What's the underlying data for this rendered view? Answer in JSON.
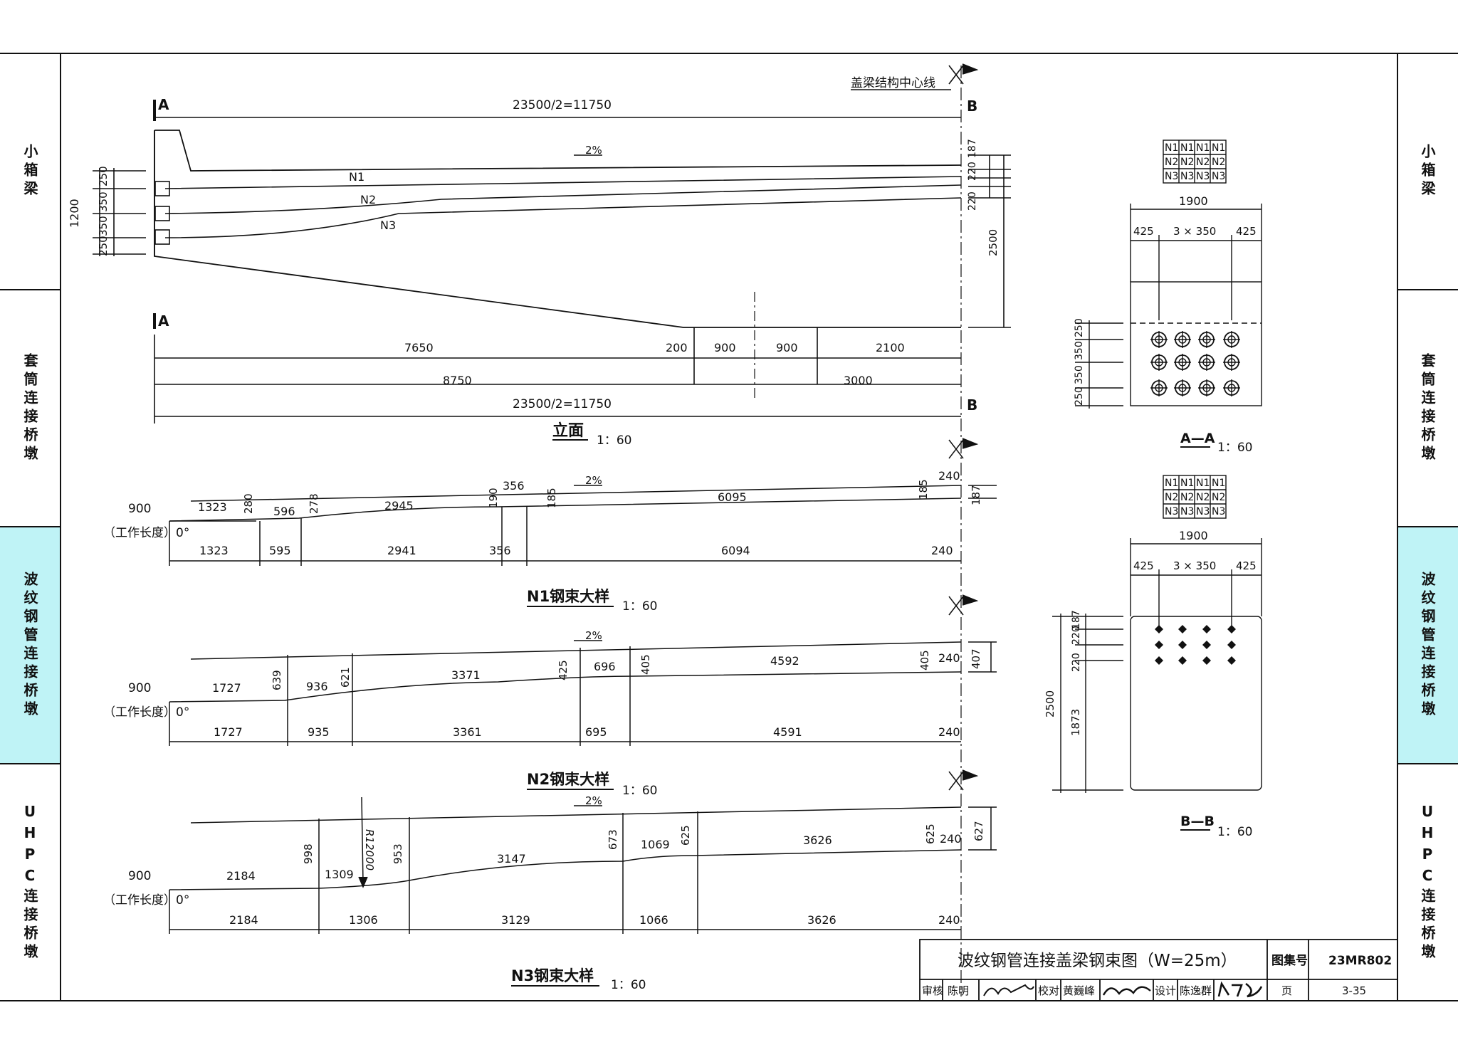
{
  "side_tabs": [
    "小箱梁",
    "套筒连接桥墩",
    "波纹钢管连接桥墩",
    "UHPC连接桥墩"
  ],
  "active_tab_index": 2,
  "colors": {
    "active_tab": "#bff3f6",
    "line": "#111111"
  },
  "elevation": {
    "centerline_label": "盖梁结构中心线",
    "section_marks": [
      "A",
      "B"
    ],
    "top_dim": "23500/2=11750",
    "slope": "2%",
    "tendons": [
      "N1",
      "N2",
      "N3"
    ],
    "left_dims": [
      "1200",
      "250",
      "350",
      "350",
      "250"
    ],
    "right_dims": [
      "187",
      "220",
      "220",
      "2500"
    ],
    "bottom_row1": [
      "7650",
      "200",
      "900",
      "900",
      "2100"
    ],
    "bottom_row2": [
      "8750",
      "3000"
    ],
    "bottom_row3": "23500/2=11750",
    "title": "立面",
    "scale": "1：60"
  },
  "n1_detail": {
    "upper": [
      "1323",
      "280",
      "596",
      "278",
      "2945",
      "190",
      "356",
      "185",
      "6095",
      "185",
      "240",
      "187"
    ],
    "lower": [
      "1323",
      "595",
      "2941",
      "356",
      "6094",
      "240"
    ],
    "slope": "2%",
    "work_length": "900",
    "work_note": "（工作长度）0°",
    "title": "N1钢束大样",
    "scale": "1：60"
  },
  "n2_detail": {
    "upper": [
      "1727",
      "639",
      "936",
      "621",
      "3371",
      "425",
      "696",
      "405",
      "4592",
      "405",
      "240",
      "407"
    ],
    "lower": [
      "1727",
      "935",
      "3361",
      "695",
      "4591",
      "240"
    ],
    "slope": "2%",
    "work_length": "900",
    "work_note": "（工作长度）0°",
    "title": "N2钢束大样",
    "scale": "1：60"
  },
  "n3_detail": {
    "upper": [
      "2184",
      "998",
      "1309",
      "R12000",
      "953",
      "3147",
      "673",
      "1069",
      "625",
      "3626",
      "625",
      "240",
      "627"
    ],
    "lower": [
      "2184",
      "1306",
      "3129",
      "1066",
      "3626",
      "240"
    ],
    "slope": "2%",
    "work_length": "900",
    "work_note": "（工作长度）0°",
    "title": "N3钢束大样",
    "scale": "1：60"
  },
  "section_aa": {
    "grid": [
      [
        "N1",
        "N1",
        "N1",
        "N1"
      ],
      [
        "N2",
        "N2",
        "N2",
        "N2"
      ],
      [
        "N3",
        "N3",
        "N3",
        "N3"
      ]
    ],
    "width": "1900",
    "dims": [
      "425",
      "3 × 350",
      "425"
    ],
    "left_dims": [
      "250",
      "350",
      "350",
      "250"
    ],
    "title": "A—A",
    "scale": "1：60"
  },
  "section_bb": {
    "grid": [
      [
        "N1",
        "N1",
        "N1",
        "N1"
      ],
      [
        "N2",
        "N2",
        "N2",
        "N2"
      ],
      [
        "N3",
        "N3",
        "N3",
        "N3"
      ]
    ],
    "width": "1900",
    "dims": [
      "425",
      "3 × 350",
      "425"
    ],
    "left_dims": [
      "187",
      "220",
      "220",
      "1873",
      "2500"
    ],
    "title": "B—B",
    "scale": "1：60"
  },
  "title_block": {
    "title": "波纹钢管连接盖梁钢束图（W=25m）",
    "atlas_label": "图集号",
    "atlas_no": "23MR802",
    "review_label": "审核",
    "reviewer": "陈明",
    "check_label": "校对",
    "checker": "黄巍峰",
    "design_label": "设计",
    "designer": "陈逸群",
    "page_label": "页",
    "page_no": "3-35"
  }
}
